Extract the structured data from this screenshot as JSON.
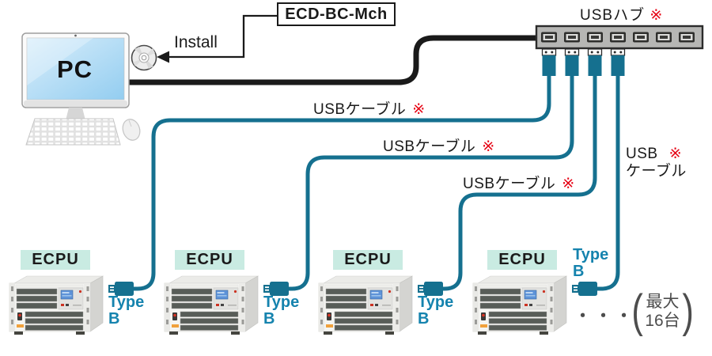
{
  "pc": {
    "label": "PC"
  },
  "installer": {
    "box_label": "ECD-BC-Mch",
    "action_label": "Install"
  },
  "usb_hub": {
    "label": "USBハブ",
    "note_mark": "※",
    "port_count": 7,
    "connected_plugs": 4
  },
  "usb_cables": {
    "horizontal_labels": [
      "USBケーブル",
      "USBケーブル",
      "USBケーブル"
    ],
    "vertical_label_line1": "USB",
    "vertical_label_line2": "ケーブル",
    "note_mark": "※"
  },
  "devices": {
    "unit_label": "ECPU",
    "count_visible": 4,
    "connector_line1": "Type",
    "connector_line2": "B"
  },
  "expansion": {
    "ellipsis": "・・・",
    "paren_open": "(",
    "line1": "最大",
    "line2": "16台",
    "paren_close": ")"
  },
  "colors": {
    "cable_teal": "#15708f",
    "connector_blue_text": "#1583ae",
    "ecpu_label_mint": "#c9ebe2",
    "note_red": "#e60012",
    "cable_black": "#1a1a1a",
    "hub_gray": "#b6b6b4",
    "screen_blue": "#9dd2f2",
    "misc_text_gray": "#4d4d4d"
  }
}
